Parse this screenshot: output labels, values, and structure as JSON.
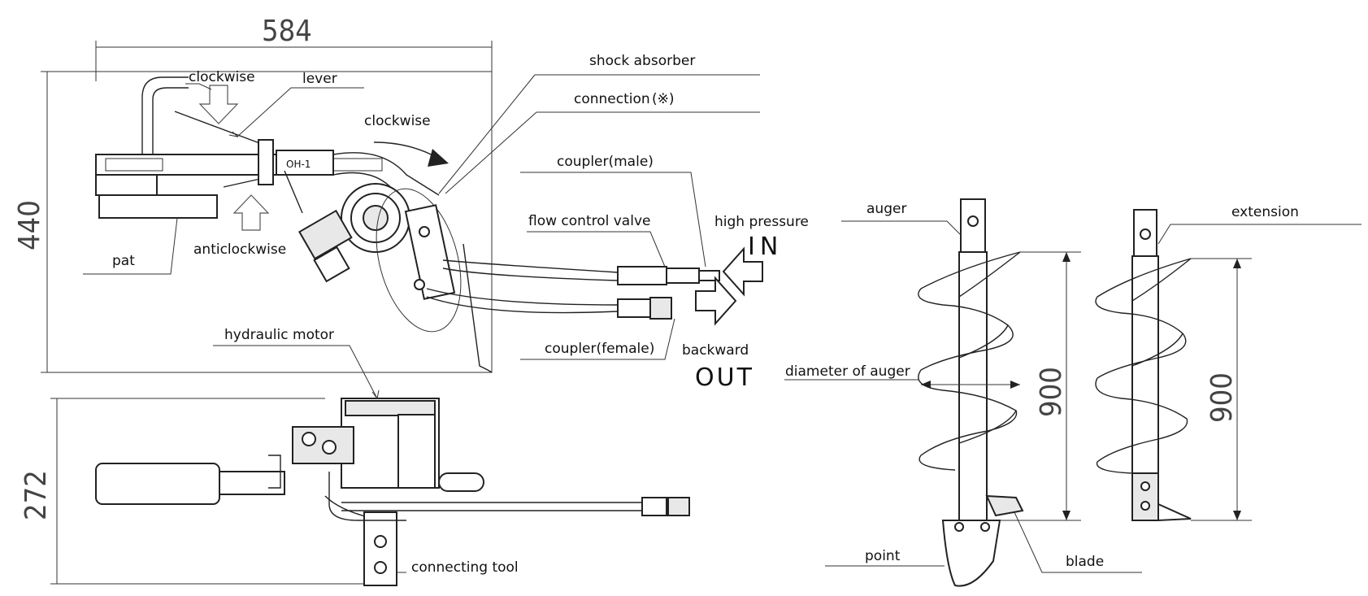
{
  "dimensions": {
    "width_top": "584",
    "height_top": "440",
    "height_side": "272",
    "auger_length": "900",
    "extension_length": "900"
  },
  "labels": {
    "clockwise_1": "clockwise",
    "lever": "lever",
    "clockwise_2": "clockwise",
    "shock_absorber": "shock absorber",
    "connection": "connection",
    "connection_symbol": "(※)",
    "coupler_male": "coupler(male)",
    "flow_control_valve": "flow control valve",
    "high_pressure": "high pressure",
    "in": "IN",
    "pat": "pat",
    "anticlockwise": "anticlockwise",
    "coupler_female": "coupler(female)",
    "backward": "backward",
    "out": "OUT",
    "hydraulic_motor": "hydraulic motor",
    "connecting_tool": "connecting tool",
    "auger": "auger",
    "extension": "extension",
    "diameter_of_auger": "diameter of auger",
    "point": "point",
    "blade": "blade",
    "plate_text": "OH-1"
  }
}
